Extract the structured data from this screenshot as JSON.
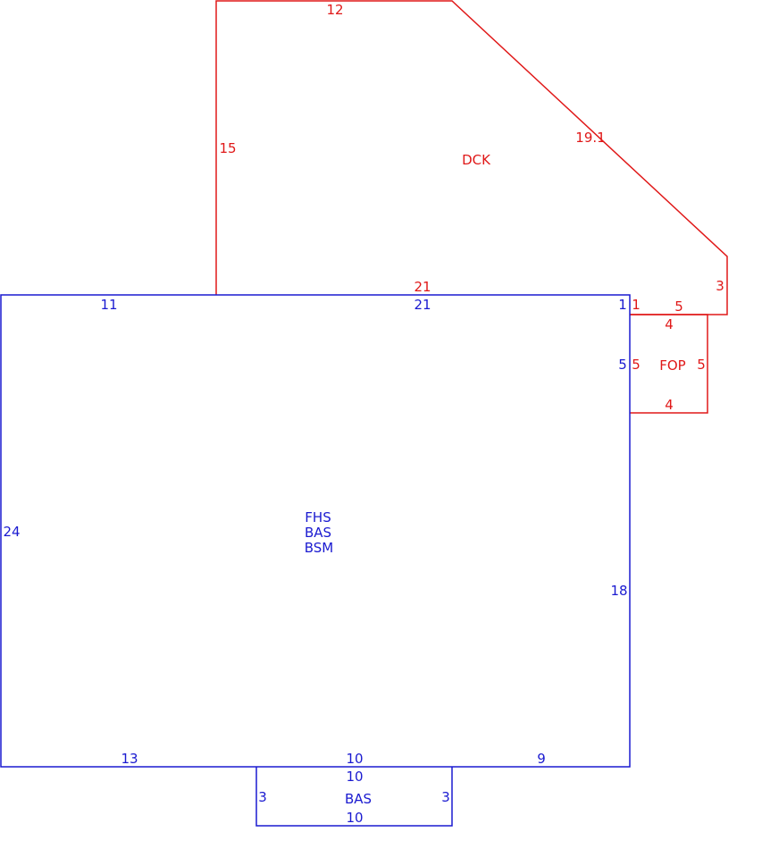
{
  "colors": {
    "main_structure": "#1a1ad0",
    "addition": "#e01818",
    "background": "#ffffff"
  },
  "areas": {
    "main": {
      "codes": [
        "FHS",
        "BAS",
        "BSM"
      ]
    },
    "bump": {
      "code": "BAS"
    },
    "deck": {
      "code": "DCK"
    },
    "porch": {
      "code": "FOP"
    }
  },
  "dimensions": {
    "main_top_left": "11",
    "main_top_right": "21",
    "main_right_short": "1",
    "main_right_porch": "5",
    "main_left": "24",
    "main_right": "18",
    "main_bottom_left": "13",
    "main_bottom_mid": "10",
    "main_bottom_right": "9",
    "bump_top": "10",
    "bump_bottom": "10",
    "bump_left": "3",
    "bump_right": "3",
    "deck_top": "12",
    "deck_left": "15",
    "deck_diagonal": "19.1",
    "deck_bottom": "21",
    "deck_right": "3",
    "deck_step": "5",
    "deck_short": "1",
    "porch_top": "4",
    "porch_bottom": "4",
    "porch_left": "5",
    "porch_right": "5"
  }
}
